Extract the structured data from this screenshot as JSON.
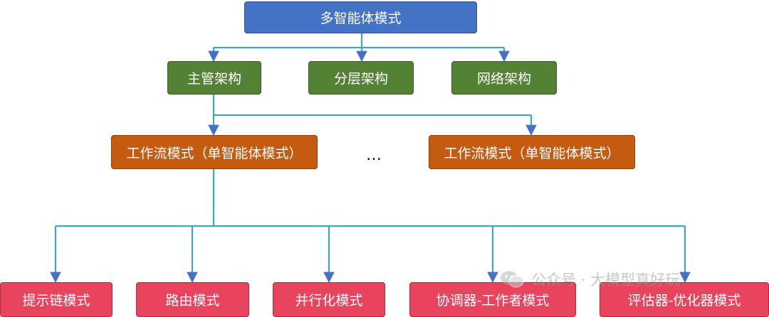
{
  "root": {
    "label": "多智能体模式"
  },
  "architectures": [
    {
      "label": "主管架构"
    },
    {
      "label": "分层架构"
    },
    {
      "label": "网络架构"
    }
  ],
  "workflows": [
    {
      "label": "工作流模式（单智能体模式）"
    },
    {
      "label": "工作流模式（单智能体模式）"
    }
  ],
  "ellipsis": "…",
  "patterns": [
    {
      "label": "提示链模式"
    },
    {
      "label": "路由模式"
    },
    {
      "label": "并行化模式"
    },
    {
      "label": "协调器-工作者模式"
    },
    {
      "label": "评估器-优化器模式"
    }
  ],
  "watermark": {
    "text": "公众号 · 大模型真好玩",
    "icon": "wechat-icon"
  },
  "colors": {
    "root": "#4472c4",
    "architecture": "#548235",
    "workflow": "#c55a11",
    "pattern": "#e8445e",
    "connector": "#3fa7b8",
    "arrow_blue": "#4472c4"
  }
}
